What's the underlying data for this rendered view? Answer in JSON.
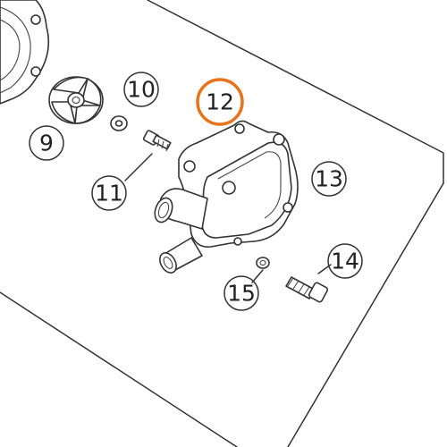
{
  "diagram": {
    "highlight_color": "#e8731a",
    "ink_color": "#333333",
    "callouts": [
      {
        "id": "9",
        "label": "9"
      },
      {
        "id": "10",
        "label": "10"
      },
      {
        "id": "11",
        "label": "11"
      },
      {
        "id": "12",
        "label": "12",
        "highlighted": true
      },
      {
        "id": "13",
        "label": "13"
      },
      {
        "id": "14",
        "label": "14"
      },
      {
        "id": "15",
        "label": "15"
      }
    ],
    "parts": [
      {
        "name": "water-pump-cover-gasket-ring",
        "icon": "pump-housing-ring"
      },
      {
        "name": "impeller",
        "icon": "impeller"
      },
      {
        "name": "washer",
        "icon": "washer"
      },
      {
        "name": "screw",
        "icon": "screw"
      },
      {
        "name": "water-pump-cover",
        "icon": "pump-cover"
      },
      {
        "name": "screw",
        "icon": "screw"
      },
      {
        "name": "o-ring",
        "icon": "o-ring"
      }
    ]
  }
}
